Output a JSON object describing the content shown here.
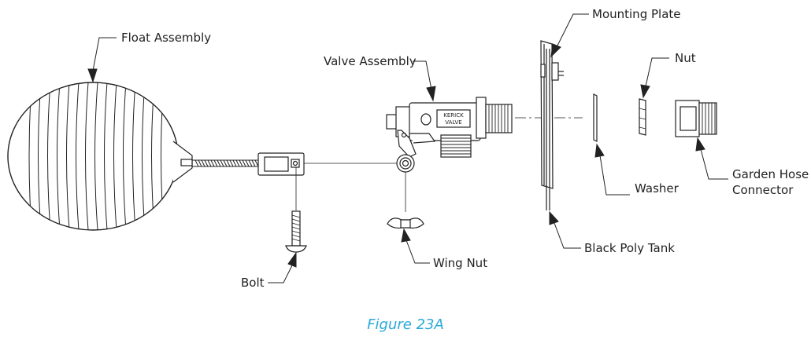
{
  "labels": {
    "float_assembly": "Float Assembly",
    "valve_assembly": "Valve Assembly",
    "mounting_plate": "Mounting Plate",
    "nut": "Nut",
    "washer": "Washer",
    "garden_hose_line1": "Garden Hose",
    "garden_hose_line2": "Connector",
    "bolt": "Bolt",
    "wing_nut": "Wing Nut",
    "black_poly_tank": "Black Poly Tank"
  },
  "valve_marking": {
    "line1": "KERICK",
    "line2": "VALVE"
  },
  "caption": "Figure 23A",
  "colors": {
    "line": "#222222",
    "caption": "#2aa9d8"
  }
}
